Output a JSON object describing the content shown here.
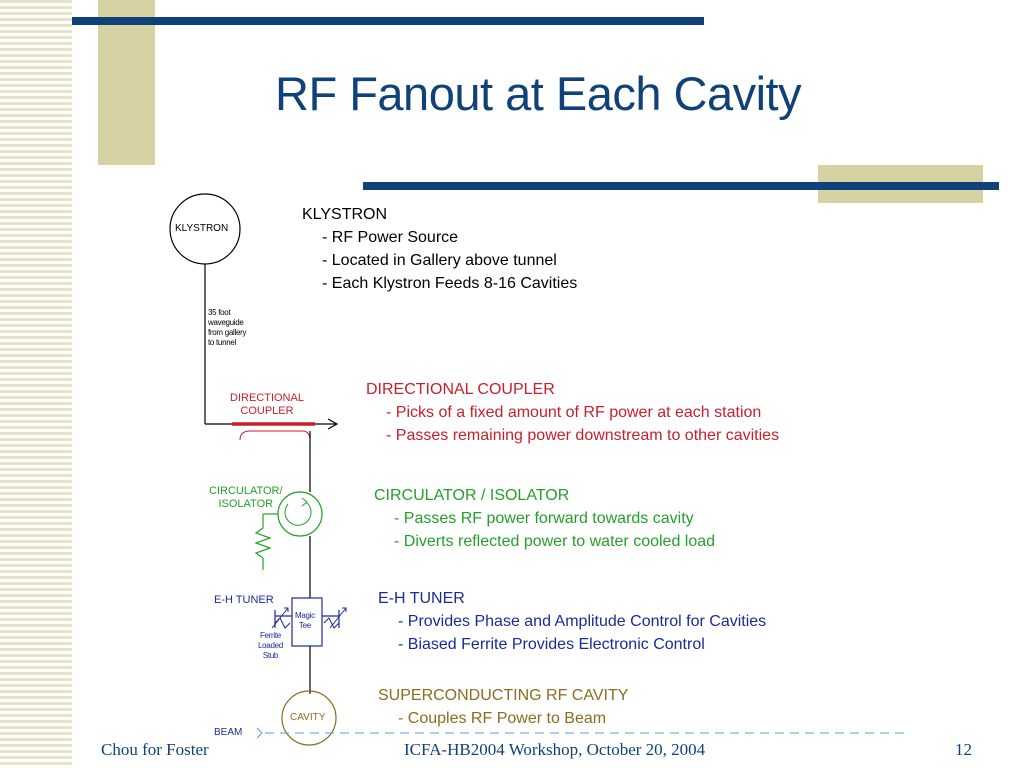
{
  "slide": {
    "title": "RF Fanout at Each Cavity",
    "colors": {
      "title": "#10427a",
      "accent_bar": "#10427a",
      "accent_box": "#d6d2a4",
      "red": "#c8202a",
      "green": "#24a029",
      "blue": "#1c2a9a",
      "olive": "#8a6d1e",
      "cyan": "#5aa0d8"
    }
  },
  "diagram": {
    "klystron": "KLYSTRON",
    "waveguide_note": [
      "35 foot",
      "waveguide",
      "from gallery",
      "to tunnel"
    ],
    "directional_coupler": [
      "DIRECTIONAL",
      "COUPLER"
    ],
    "circulator": [
      "CIRCULATOR/",
      "ISOLATOR"
    ],
    "eh_tuner": "E-H TUNER",
    "magic_tee": [
      "Magic",
      "Tee"
    ],
    "ferrite_stub": [
      "Ferrite",
      "Loaded",
      "Stub"
    ],
    "cavity": "CAVITY",
    "beam": "BEAM"
  },
  "descriptions": {
    "klystron": {
      "heading": "KLYSTRON",
      "items": [
        "- RF Power Source",
        "- Located in Gallery above tunnel",
        "- Each Klystron Feeds 8-16 Cavities"
      ]
    },
    "coupler": {
      "heading": "DIRECTIONAL COUPLER",
      "items": [
        "- Picks of a fixed amount of RF power at each station",
        "- Passes remaining power downstream to other cavities"
      ]
    },
    "circulator": {
      "heading": "CIRCULATOR / ISOLATOR",
      "items": [
        "- Passes RF power forward towards cavity",
        "- Diverts reflected power to water cooled load"
      ]
    },
    "tuner": {
      "heading": "E-H TUNER",
      "items": [
        "- Provides Phase and Amplitude Control for Cavities",
        "- Biased Ferrite Provides Electronic Control"
      ]
    },
    "cavity": {
      "heading": "SUPERCONDUCTING RF CAVITY",
      "items": [
        "- Couples RF Power to Beam"
      ]
    }
  },
  "footer": {
    "left": "Chou for Foster",
    "center": "ICFA-HB2004 Workshop, October 20, 2004",
    "page": "12"
  }
}
